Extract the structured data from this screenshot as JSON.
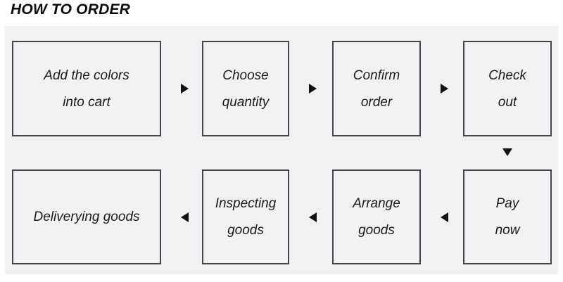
{
  "title": "HOW TO ORDER",
  "panel": {
    "background_color": "#f2f0f3",
    "box_border_color": "#46464a",
    "box_fill_color": "#f3f1f4",
    "arrow_color": "#121212"
  },
  "steps": [
    {
      "id": "add-to-cart",
      "lines": [
        "Add the colors",
        "into cart"
      ],
      "row": 1,
      "order": 1
    },
    {
      "id": "choose-quantity",
      "lines": [
        "Choose",
        "quantity"
      ],
      "row": 1,
      "order": 2
    },
    {
      "id": "confirm-order",
      "lines": [
        "Confirm",
        "order"
      ],
      "row": 1,
      "order": 3
    },
    {
      "id": "check-out",
      "lines": [
        "Check",
        "out"
      ],
      "row": 1,
      "order": 4
    },
    {
      "id": "pay-now",
      "lines": [
        "Pay",
        "now"
      ],
      "row": 2,
      "order": 5
    },
    {
      "id": "arrange-goods",
      "lines": [
        "Arrange",
        "goods"
      ],
      "row": 2,
      "order": 6
    },
    {
      "id": "inspecting-goods",
      "lines": [
        "Inspecting",
        "goods"
      ],
      "row": 2,
      "order": 7
    },
    {
      "id": "delivering-goods",
      "lines": [
        "Deliverying goods"
      ],
      "row": 2,
      "order": 8
    }
  ],
  "connectors": [
    {
      "id": "connector-1",
      "direction": "right",
      "from": "add-to-cart",
      "to": "choose-quantity"
    },
    {
      "id": "connector-2",
      "direction": "right",
      "from": "choose-quantity",
      "to": "confirm-order"
    },
    {
      "id": "connector-3",
      "direction": "right",
      "from": "confirm-order",
      "to": "check-out"
    },
    {
      "id": "connector-4",
      "direction": "down",
      "from": "check-out",
      "to": "pay-now"
    },
    {
      "id": "connector-5",
      "direction": "left",
      "from": "pay-now",
      "to": "arrange-goods"
    },
    {
      "id": "connector-6",
      "direction": "left",
      "from": "arrange-goods",
      "to": "inspecting-goods"
    },
    {
      "id": "connector-7",
      "direction": "left",
      "from": "inspecting-goods",
      "to": "delivering-goods"
    }
  ]
}
